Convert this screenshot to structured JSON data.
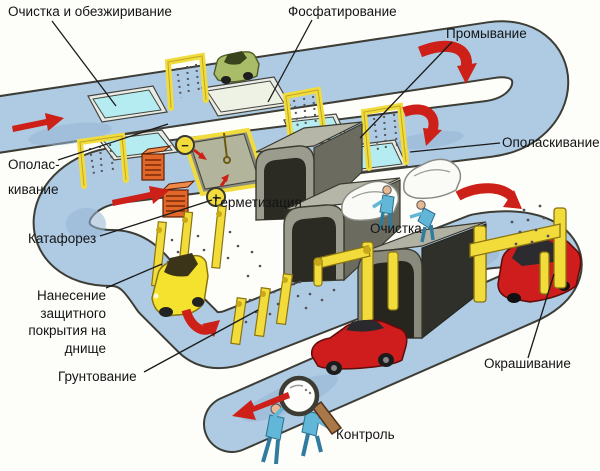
{
  "diagram": {
    "subject": "car-painting-production-line",
    "labels": {
      "cleaning_degreasing": "Очистка и обезжиривание",
      "phosphating": "Фосфатирование",
      "washing": "Промывание",
      "rinsing_right": "Ополаскивание",
      "rinsing_left_line1": "Ополас-",
      "rinsing_left_line2": "кивание",
      "cataphoresis": "Катафорез",
      "sealing": "Герметизация",
      "cleaning": "Очистка",
      "underbody_line1": "Нанесение",
      "underbody_line2": "защитного",
      "underbody_line3": "покрытия на",
      "underbody_line4": "днище",
      "priming": "Грунтование",
      "painting": "Окрашивание",
      "inspection": "Контроль",
      "minus_electrode": "−",
      "plus_electrode": "+"
    },
    "colors": {
      "conveyor": "#aecbe3",
      "conveyor_outline": "#3d3d36",
      "tank_cyan": "#b5ecf1",
      "tank_phosphate": "#edf2e4",
      "cataphoresis_liquid": "#b2b49c",
      "equipment_yellow": "#f2dc3c",
      "arrow_red": "#cc2018",
      "oven_orange": "#e0662a",
      "tunnel_gray": "#9c9c8e",
      "tunnel_dark": "#2b2b24",
      "worker_blue": "#62b6d8",
      "car_green": "#a9bc68",
      "car_yellow": "#f4e22e",
      "car_red": "#cf1d1d"
    }
  }
}
